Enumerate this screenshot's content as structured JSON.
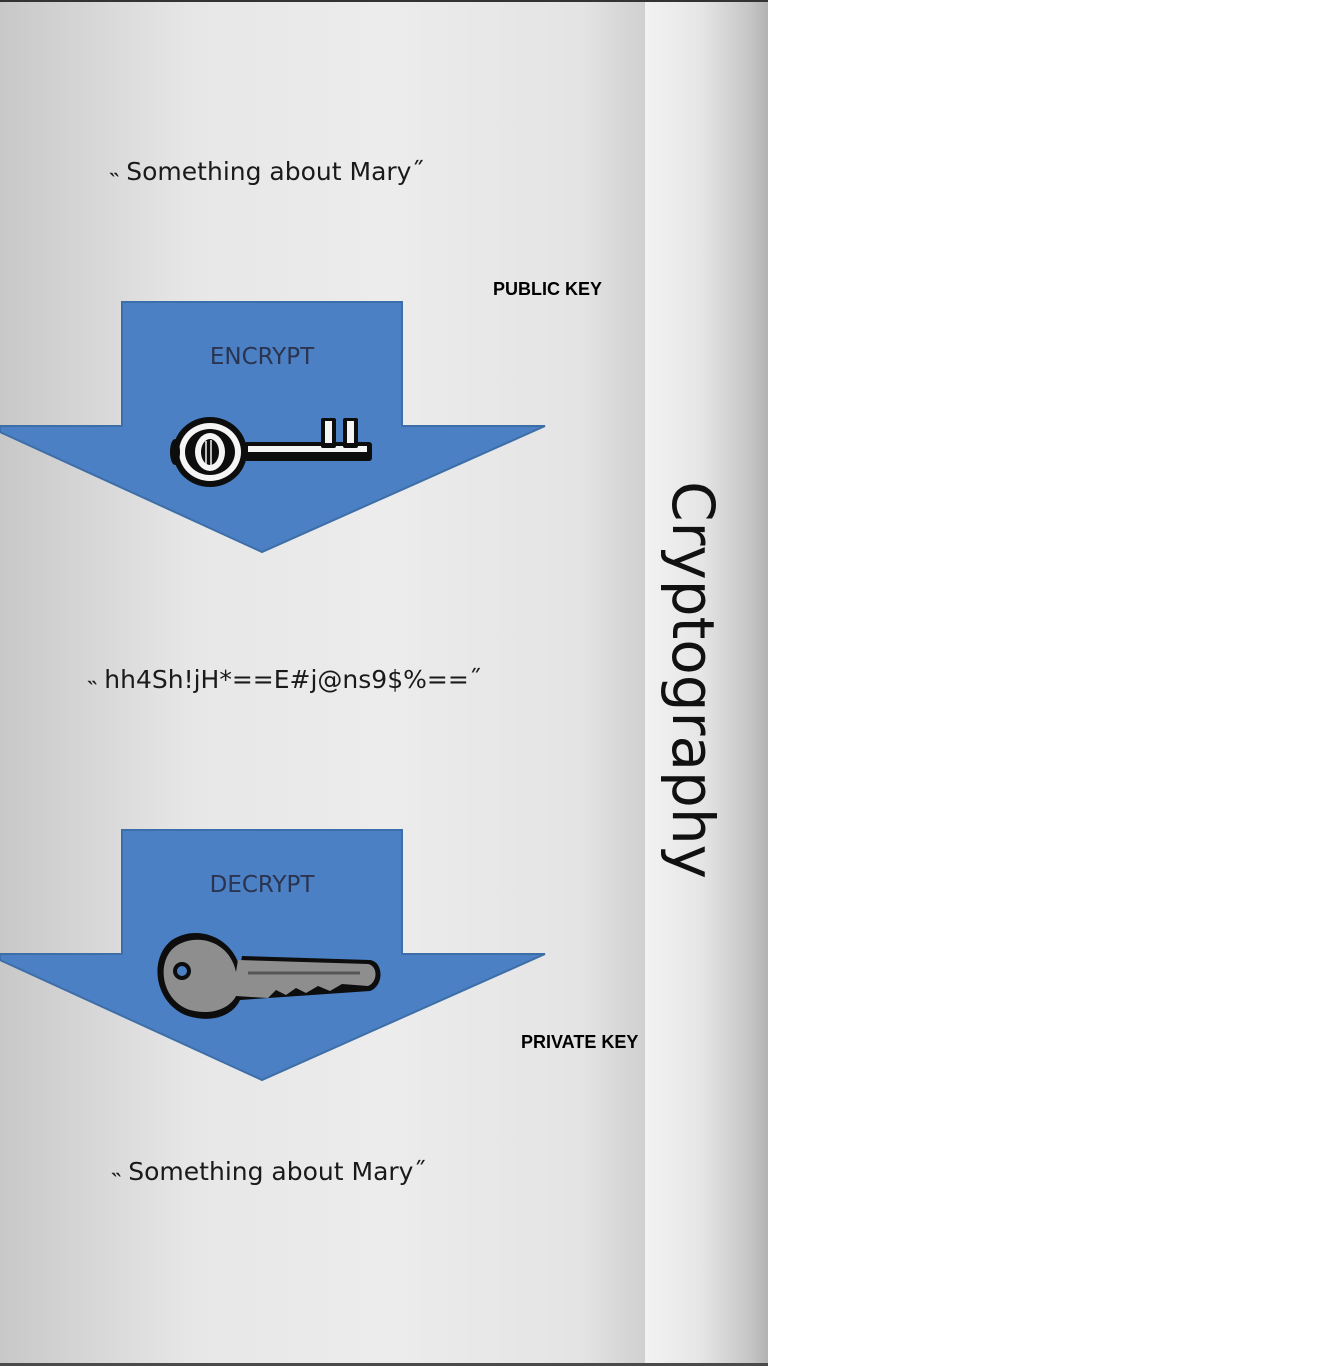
{
  "slide": {
    "title": "Cryptography",
    "plaintext_top": "˵ Something about Mary˝",
    "ciphertext": "˵ hh4Sh!jH*==E#j@ns9$%==˝",
    "plaintext_bottom": "˵ Something about Mary˝",
    "encrypt_label": "ENCRYPT",
    "decrypt_label": "DECRYPT",
    "public_key_label": "PUBLIC KEY",
    "private_key_label": "PRIVATE KEY"
  },
  "icons": {
    "encrypt_key": "skeleton-key-icon",
    "decrypt_key": "house-key-icon"
  },
  "colors": {
    "arrow_fill": "#4b80c4",
    "arrow_stroke": "#3e6ea8",
    "key_black": "#0d0d0d",
    "key_gray": "#8e8e8e"
  }
}
